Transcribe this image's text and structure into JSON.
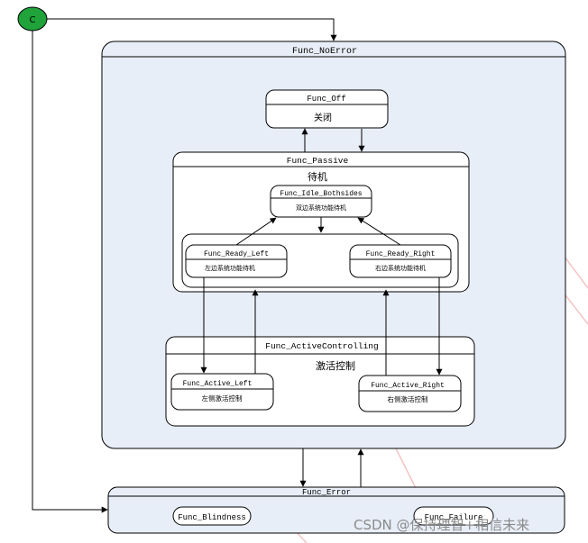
{
  "diagram": {
    "initial_node": "C",
    "states": {
      "noerror": {
        "title": "Func_NoError"
      },
      "off": {
        "title": "Func_Off",
        "desc": "关闭"
      },
      "passive": {
        "title": "Func_Passive",
        "desc": "待机"
      },
      "idle": {
        "title": "Func_Idle_Bothsides",
        "desc": "双边系统功能待机"
      },
      "ready_left": {
        "title": "Func_Ready_Left",
        "desc": "左边系统功能待机"
      },
      "ready_right": {
        "title": "Func_Ready_Right",
        "desc": "右边系统功能待机"
      },
      "active": {
        "title": "Func_ActiveControlling",
        "desc": "激活控制"
      },
      "active_left": {
        "title": "Func_Active_Left",
        "desc": "左侧激活控制"
      },
      "active_right": {
        "title": "Func_Active_Right",
        "desc": "右侧激活控制"
      },
      "error": {
        "title": "Func_Error"
      },
      "blindness": {
        "title": "Func_Blindness"
      },
      "failure": {
        "title": "Func_Failure"
      }
    },
    "colors": {
      "initial_fill": "#1fa33a",
      "container_fill": "#e8eef8",
      "state_fill": "#ffffff",
      "stroke": "#000000",
      "watermark_lines": "#f2b6b6"
    }
  },
  "watermark": {
    "text": "CSDN @保持理智+相信未来"
  }
}
